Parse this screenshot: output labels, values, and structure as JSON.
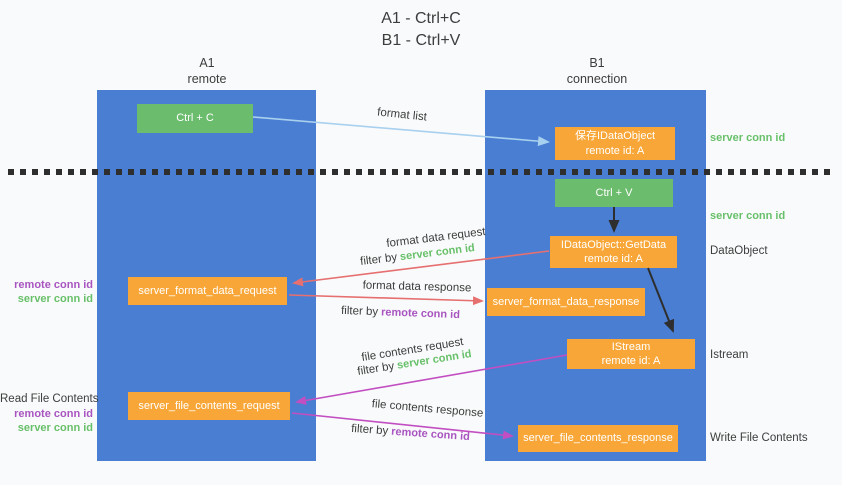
{
  "title": {
    "line1": "A1 - Ctrl+C",
    "line2": "B1 - Ctrl+V"
  },
  "lanes": {
    "left": {
      "name": "A1",
      "subtitle": "remote"
    },
    "right": {
      "name": "B1",
      "subtitle": "connection"
    }
  },
  "boxes": {
    "ctrl_c": "Ctrl + C",
    "ctrl_v": "Ctrl + V",
    "save_idataobject": {
      "line1": "保存IDataObject",
      "line2": "remote id: A"
    },
    "getdata": {
      "line1": "IDataObject::GetData",
      "line2": "remote id: A"
    },
    "istream": {
      "line1": "IStream",
      "line2": "remote id: A"
    },
    "format_request": "server_format_data_request",
    "format_response": "server_format_data_response",
    "file_request": "server_file_contents_request",
    "file_response": "server_file_contents_response"
  },
  "side_labels": {
    "server_conn_top": "server conn id",
    "server_conn_mid": "server conn id",
    "dataobject": "DataObject",
    "istream": "Istream",
    "write_file_contents": "Write File Contents",
    "read_file_contents": "Read File Contents",
    "remote_conn_left_top": "remote conn id",
    "server_conn_left_top": "server conn id",
    "remote_conn_left_bottom": "remote conn id",
    "server_conn_left_bottom": "server conn id"
  },
  "arrow_labels": {
    "format_list": "format list",
    "format_data_request": "format data request",
    "format_data_response": "format data response",
    "file_contents_request": "file contents request",
    "file_contents_response": "file contents response",
    "filter_by": "filter by",
    "server_conn_id": "server conn id",
    "remote_conn_id": "remote conn id"
  },
  "colors": {
    "lane_blue": "#4a7ed2",
    "box_green": "#6bbc6d",
    "box_orange": "#f7a637",
    "arrow_blue": "#a8d0ef",
    "arrow_red": "#e66f6f",
    "arrow_magenta": "#c24fc2",
    "arrow_black": "#2e2e2e",
    "text_green": "#68c06a",
    "text_purple": "#a855c0",
    "text_dark": "#3d3d3d"
  }
}
